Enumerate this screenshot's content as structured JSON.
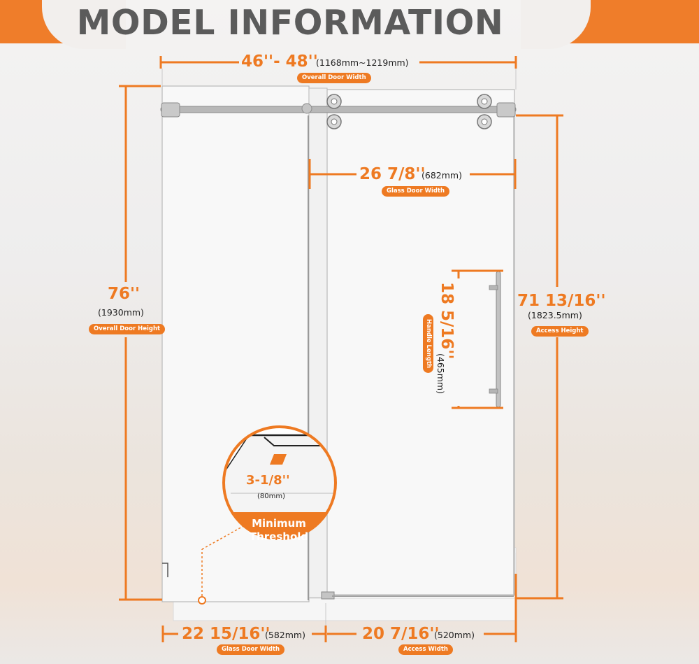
{
  "title": "MODEL INFORMATION",
  "colors": {
    "accent": "#ee7a22",
    "title": "#5b5b5b",
    "glass": "#f7f7f7",
    "hardware": "#a7a7a7"
  },
  "overall_width": {
    "value": "46''- 48''",
    "mm": "(1168mm~1219mm)",
    "label": "Overall Door Width"
  },
  "glass_door_width_top": {
    "value": "26 7/8''",
    "mm": "(682mm)",
    "label": "Glass Door Width"
  },
  "overall_height": {
    "value": "76''",
    "mm": "(1930mm)",
    "label": "Overall Door Height"
  },
  "access_height": {
    "value": "71 13/16''",
    "mm": "(1823.5mm)",
    "label": "Access Height"
  },
  "handle_length": {
    "value": "18 5/16''",
    "mm": "(465mm)",
    "label": "Handle Length"
  },
  "threshold": {
    "value": "3-1/8''",
    "mm": "(80mm)",
    "label": "Minimum Threshold"
  },
  "glass_door_width_bottom": {
    "value": "22 15/16''",
    "mm": "(582mm)",
    "label": "Glass Door Width"
  },
  "access_width": {
    "value": "20 7/16''",
    "mm": "(520mm)",
    "label": "Access Width"
  }
}
